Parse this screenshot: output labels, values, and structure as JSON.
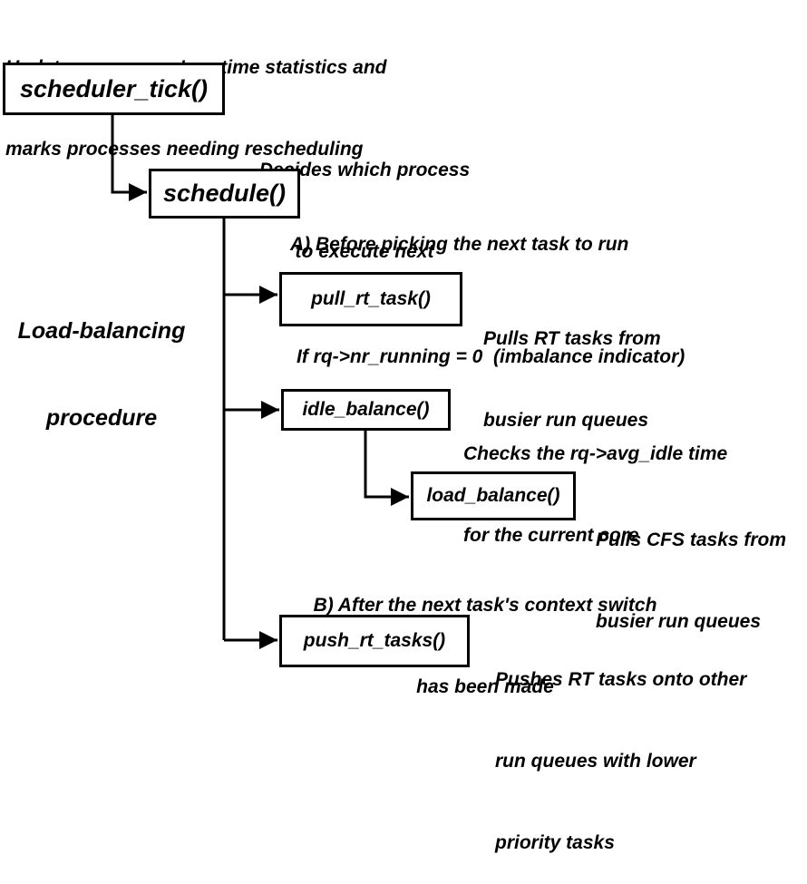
{
  "nodes": {
    "scheduler_tick": {
      "label": "scheduler_tick()",
      "description": [
        "Updates processes' runtime statistics and",
        "marks processes needing rescheduling"
      ]
    },
    "schedule": {
      "label": "schedule()",
      "description": [
        "Decides which process",
        "to execute next"
      ]
    },
    "pull_rt_task": {
      "label": "pull_rt_task()",
      "description": [
        "Pulls RT tasks from",
        "busier run queues"
      ]
    },
    "idle_balance": {
      "label": "idle_balance()",
      "description": [
        "Checks the rq->avg_idle time",
        "for the current core"
      ]
    },
    "load_balance": {
      "label": "load_balance()",
      "description": [
        "Pulls CFS tasks from",
        "busier run queues"
      ]
    },
    "push_rt_tasks": {
      "label": "push_rt_tasks()",
      "description": [
        "Pushes RT tasks onto other",
        "run queues with lower",
        "priority tasks"
      ]
    }
  },
  "annotations": {
    "load_balancing": [
      "Load-balancing",
      "procedure"
    ],
    "phase_a": "A) Before picking the next task to run",
    "condition": "If rq->nr_running = 0  (imbalance indicator)",
    "phase_b": [
      "B) After the next task's context switch",
      "has been made"
    ]
  },
  "edges": [
    {
      "from": "scheduler_tick",
      "to": "schedule"
    },
    {
      "from": "schedule",
      "to": "pull_rt_task"
    },
    {
      "from": "schedule",
      "to": "idle_balance"
    },
    {
      "from": "idle_balance",
      "to": "load_balance"
    },
    {
      "from": "schedule",
      "to": "push_rt_tasks"
    }
  ],
  "colors": {
    "line": "#000000",
    "background": "#ffffff"
  }
}
